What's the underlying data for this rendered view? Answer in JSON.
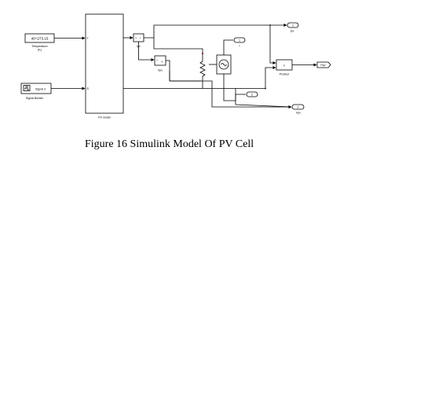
{
  "blocks": {
    "temperature": {
      "value": "40+273.15",
      "label": "Temperature",
      "sublabel": "(K)"
    },
    "signal_builder": {
      "value": "Signal 3",
      "label": "Signal Builder"
    },
    "pv_model": {
      "label": "PV model",
      "port_t": "T",
      "port_s": "S"
    },
    "ipv_sensor": {
      "label": "Ipv",
      "plus": "+",
      "i": "i"
    },
    "vpv_sensor": {
      "label": "Vpv",
      "plus": "+",
      "v": "v"
    },
    "product": {
      "label": "Product",
      "symbol": "×"
    },
    "out_ipv": {
      "number": "1",
      "label": "Ipv"
    },
    "out_vpv": {
      "number": "2",
      "label": "Vpv"
    },
    "out_plus": {
      "number": "1",
      "label": "+"
    },
    "out_minus": {
      "number": "2",
      "label": "-"
    },
    "ppv": {
      "label": "Ppv"
    }
  },
  "caption": "Figure 16  Simulink Model Of PV Cell"
}
